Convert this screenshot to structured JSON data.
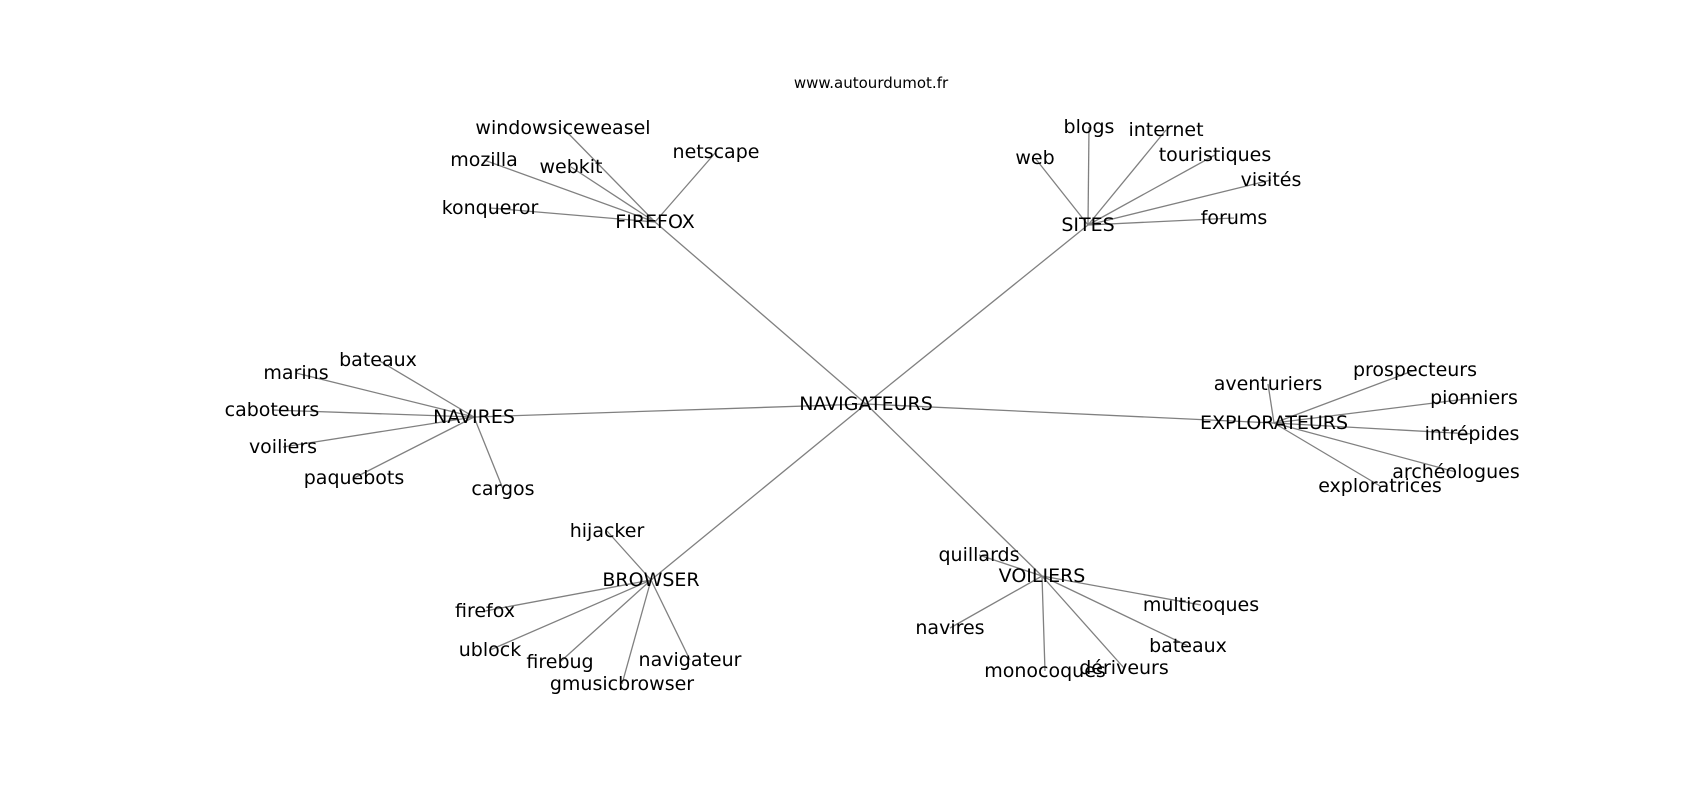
{
  "source": "www.autourdumot.fr",
  "colors": {
    "edge": "#808080",
    "text": "#000000",
    "background": "#ffffff"
  },
  "root": "NAVIGATEURS",
  "groups": [
    {
      "id": "firefox",
      "label": "FIREFOX",
      "children": [
        "windowsiceweasel",
        "netscape",
        "mozilla",
        "webkit",
        "konqueror"
      ]
    },
    {
      "id": "sites",
      "label": "SITES",
      "children": [
        "blogs",
        "internet",
        "web",
        "touristiques",
        "visités",
        "forums"
      ]
    },
    {
      "id": "navires",
      "label": "NAVIRES",
      "children": [
        "bateaux",
        "marins",
        "caboteurs",
        "voiliers",
        "paquebots",
        "cargos"
      ]
    },
    {
      "id": "explorateurs",
      "label": "EXPLORATEURS",
      "children": [
        "aventuriers",
        "prospecteurs",
        "pionniers",
        "intrépides",
        "archéologues",
        "exploratrices"
      ]
    },
    {
      "id": "browser",
      "label": "BROWSER",
      "children": [
        "hijacker",
        "firefox",
        "ublock",
        "firebug",
        "navigateur",
        "gmusicbrowser"
      ]
    },
    {
      "id": "voiliers",
      "label": "VOILIERS",
      "children": [
        "quillards",
        "multicoques",
        "navires",
        "bateaux",
        "monocoques",
        "dériveurs"
      ]
    }
  ]
}
